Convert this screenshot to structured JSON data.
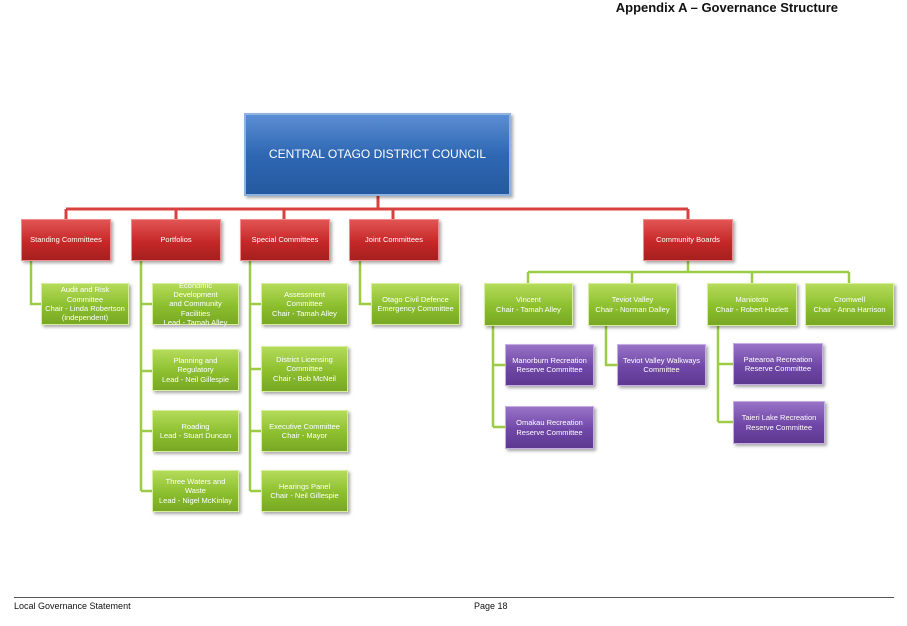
{
  "header": {
    "appendix_title": "Appendix A – Governance Structure"
  },
  "council": {
    "name": "CENTRAL OTAGO DISTRICT COUNCIL"
  },
  "categories": {
    "standing": "Standing Committees",
    "portfolios": "Portfolios",
    "special": "Special Committees",
    "joint": "Joint Committees",
    "community": "Community Boards"
  },
  "standing_items": {
    "audit": {
      "name": "Audit and Risk Committee",
      "chair": "Chair - Linda Robertson",
      "note": "(independent)"
    }
  },
  "portfolio_items": {
    "econ": {
      "line1": "Economic Development",
      "line2": "and Community Facilities",
      "lead": "Lead - Tamah Alley"
    },
    "planning": {
      "name": "Planning and Regulatory",
      "lead": "Lead - Neil Gillespie"
    },
    "roading": {
      "name": "Roading",
      "lead": "Lead - Stuart Duncan"
    },
    "waters": {
      "name": "Three Waters and Waste",
      "lead": "Lead - Nigel McKinlay"
    }
  },
  "special_items": {
    "assessment": {
      "name": "Assessment Committee",
      "chair": "Chair - Tamah Alley"
    },
    "licensing": {
      "line1": "District Licensing",
      "line2": "Committee",
      "chair": "Chair - Bob McNeil"
    },
    "executive": {
      "name": "Executive Committee",
      "chair": "Chair - Mayor"
    },
    "hearings": {
      "name": "Hearings Panel",
      "chair": "Chair - Neil Gillespie"
    }
  },
  "joint_items": {
    "civil": {
      "line1": "Otago Civil Defence",
      "line2": "Emergency Committee"
    }
  },
  "boards": {
    "vincent": {
      "name": "Vincent",
      "chair": "Chair - Tamah Alley"
    },
    "teviot": {
      "name": "Teviot Valley",
      "chair": "Chair - Norman Dalley"
    },
    "maniototo": {
      "name": "Maniototo",
      "chair": "Chair - Robert Hazlett"
    },
    "cromwell": {
      "name": "Cromwell",
      "chair": "Chair - Anna Harrison"
    }
  },
  "reserves": {
    "manorburn": {
      "line1": "Manorburn Recreation",
      "line2": "Reserve Committee"
    },
    "omakau": {
      "line1": "Omakau Recreation",
      "line2": "Reserve Committee"
    },
    "teviot_walkways": {
      "line1": "Teviot Valley Walkways",
      "line2": "Committee"
    },
    "patearoa": {
      "line1": "Patearoa Recreation",
      "line2": "Reserve Committee"
    },
    "taieri": {
      "line1": "Taieri Lake Recreation",
      "line2": "Reserve Committee"
    }
  },
  "footer": {
    "left": "Local Governance Statement",
    "page": "Page 18"
  },
  "colors": {
    "council": "#2f67b3",
    "category": "#c62828",
    "member": "#8cbf2e",
    "reserve": "#7047a8",
    "connector_red": "#d94040",
    "connector_green": "#9ccc45"
  }
}
